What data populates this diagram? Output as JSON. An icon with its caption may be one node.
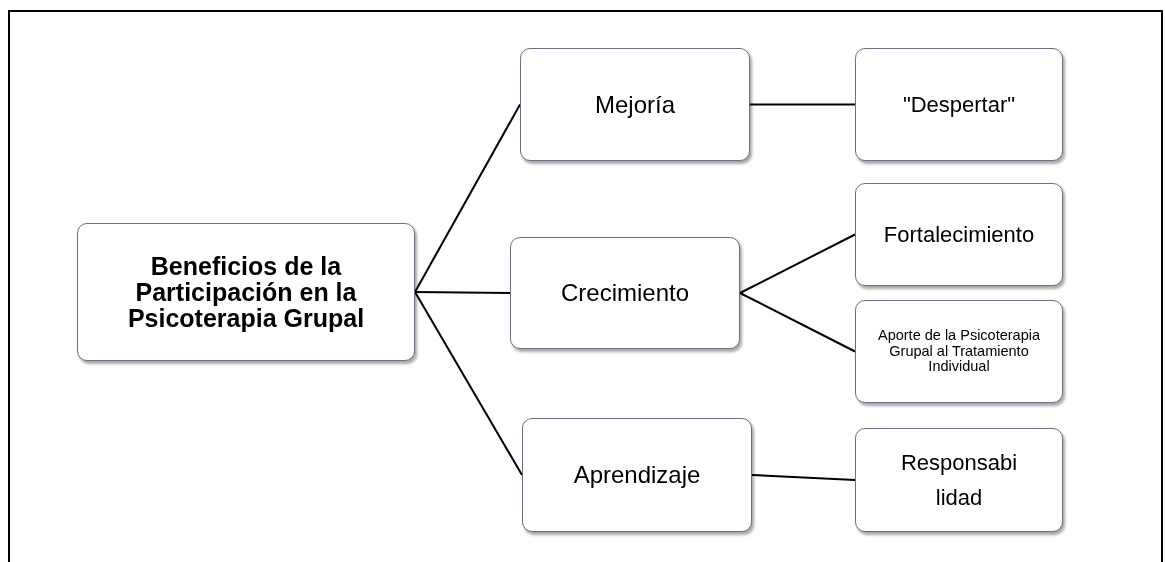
{
  "diagram": {
    "nodes": [
      {
        "text": [
          "Beneficios  de la Participación en la Psicoterapia Grupal"
        ]
      },
      {
        "text": [
          "Mejoría"
        ]
      },
      {
        "text": [
          "Crecimiento"
        ]
      },
      {
        "text": [
          "Aprendizaje"
        ]
      },
      {
        "text": [
          "\"Despertar\""
        ]
      },
      {
        "text": [
          "Fortalecimiento"
        ]
      },
      {
        "text": [
          "Aporte de la Psicoterapia Grupal al Tratamiento Individual"
        ]
      },
      {
        "text": [
          "Responsabi lidad"
        ]
      }
    ],
    "edges": [
      {
        "from": 0,
        "to": 1,
        "arrow": "none"
      },
      {
        "from": 0,
        "to": 2,
        "arrow": "none"
      },
      {
        "from": 0,
        "to": 3,
        "arrow": "none"
      },
      {
        "from": 1,
        "to": 4,
        "arrow": "none"
      },
      {
        "from": 2,
        "to": 5,
        "arrow": "none"
      },
      {
        "from": 2,
        "to": 6,
        "arrow": "none"
      },
      {
        "from": 3,
        "to": 7,
        "arrow": "none"
      }
    ]
  }
}
